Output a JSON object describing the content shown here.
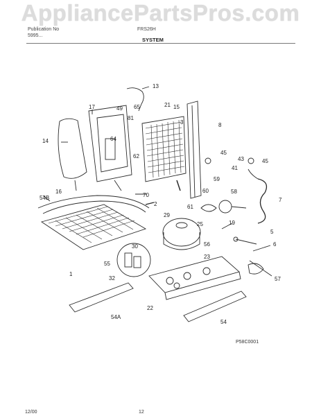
{
  "watermark": "AppliancePartsPros.com",
  "header": {
    "line1_left": "Publication No",
    "line1_right": "FRS26H",
    "line2_left": "5995...",
    "section": "SYSTEM"
  },
  "footer": {
    "date": "12/00",
    "page": "12",
    "drawing_code": "P58C0001"
  },
  "callouts": [
    "13",
    "17",
    "49",
    "65",
    "21",
    "15",
    "81",
    "3",
    "8",
    "14",
    "64",
    "62",
    "45",
    "43",
    "45",
    "41",
    "16",
    "54B",
    "70",
    "2",
    "59",
    "60",
    "58",
    "7",
    "61",
    "19",
    "29",
    "25",
    "5",
    "30",
    "56",
    "6",
    "55",
    "32",
    "23",
    "1",
    "57",
    "22",
    "54A",
    "54"
  ],
  "colors": {
    "line": "#2a2a2a",
    "watermark": "#dcdcdc"
  }
}
